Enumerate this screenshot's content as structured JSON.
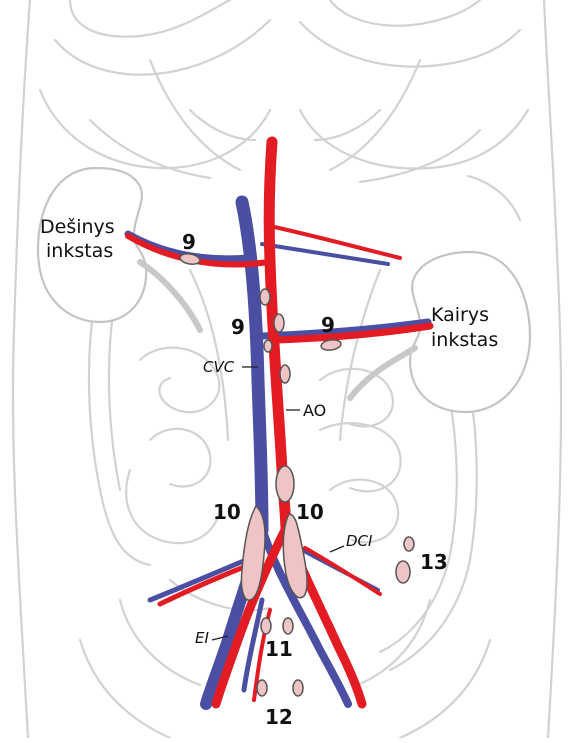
{
  "labels": {
    "right_kidney_line1": "Dešinys",
    "right_kidney_line2": "inkstas",
    "left_kidney_line1": "Kairys",
    "left_kidney_line2": "inkstas",
    "cvc": "CVC",
    "ao": "AO",
    "dci": "DCI",
    "ei": "EI",
    "node_9_right": "9",
    "node_9_center": "9",
    "node_9_left": "9",
    "node_10_right": "10",
    "node_10_left": "10",
    "node_11": "11",
    "node_12": "12",
    "node_13": "13"
  },
  "colors": {
    "artery": "#e31b23",
    "vein": "#4a4fa3",
    "lymph_node_fill": "#efc4c5",
    "lymph_node_stroke": "#555555",
    "background_organs": "#cfcfcf"
  }
}
